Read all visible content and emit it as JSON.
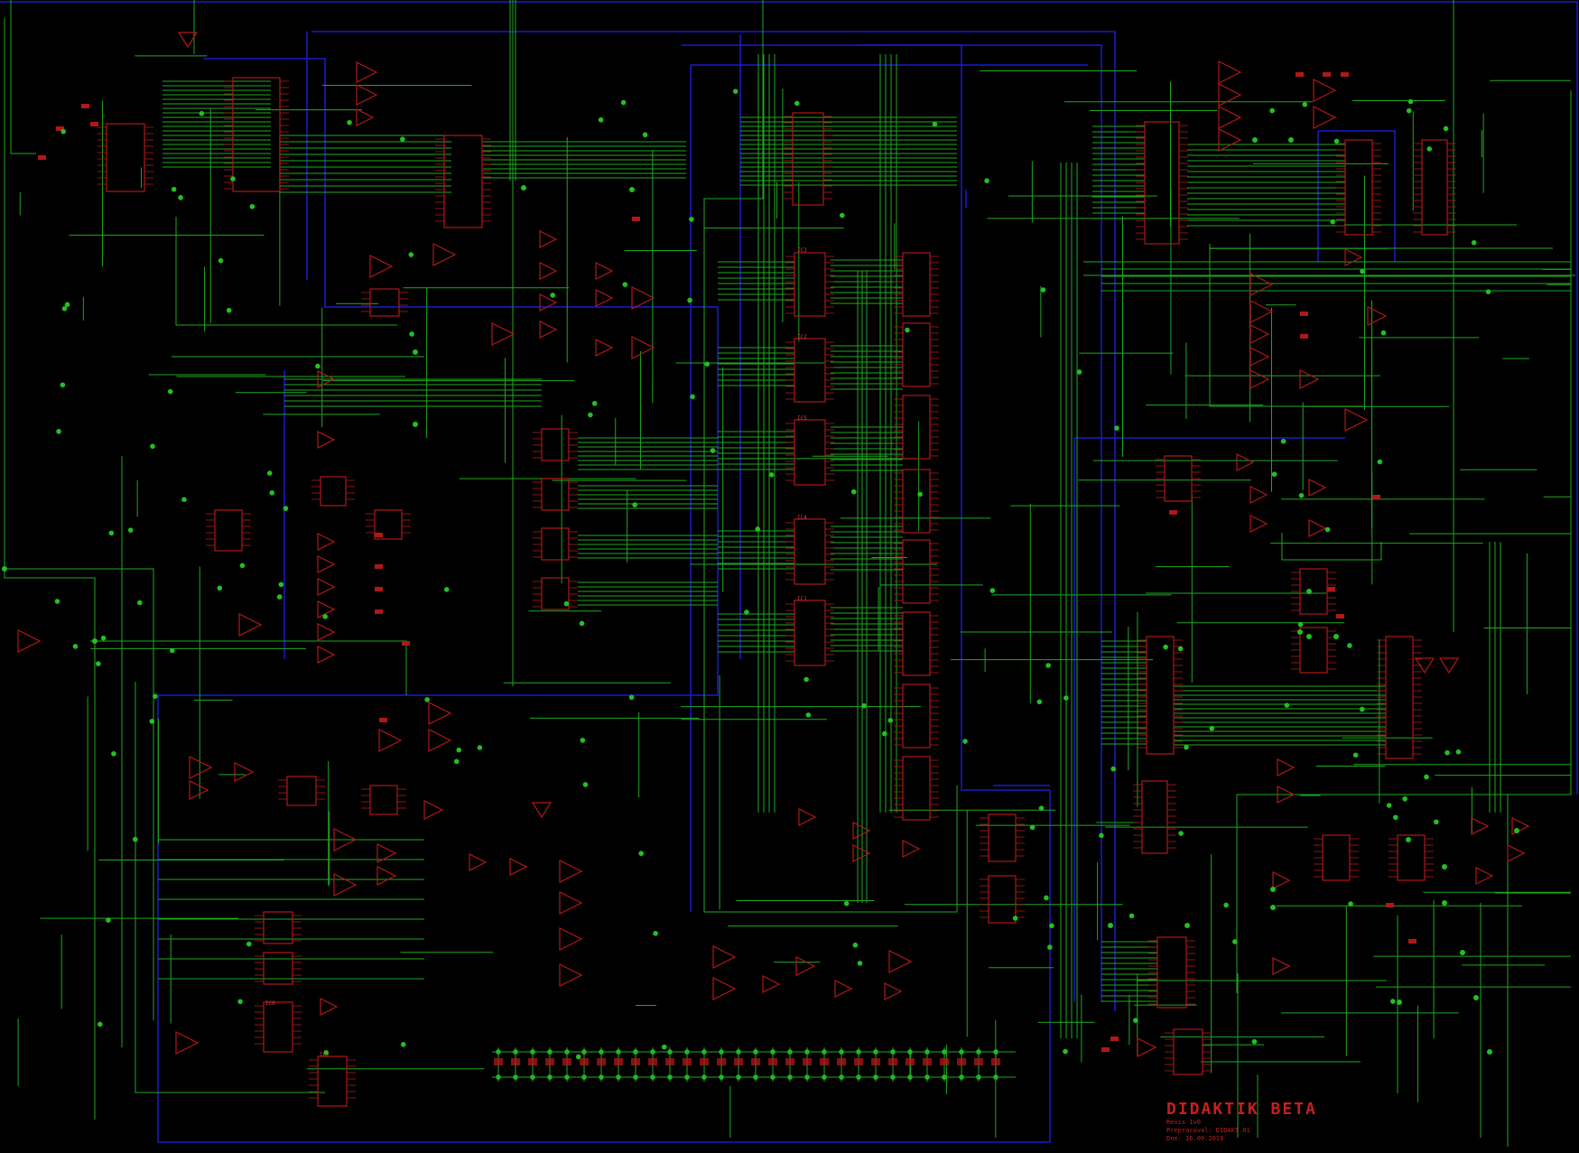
{
  "diagram": {
    "title": "DIDAKTIK BETA",
    "subtitle_lines": [
      "Revis 1v0",
      "Prepracoval: DIDAKT.01",
      "Dne: 16.09.2019"
    ],
    "ic_labels": [
      "IC3",
      "IC2",
      "IC5",
      "IC4",
      "IC1",
      "IC6",
      "IC7"
    ],
    "colors": {
      "background": "#000000",
      "wire": "#1fa81f",
      "junction": "#22c022",
      "component": "#b01818",
      "component_text": "#e04040",
      "bus": "#1a1ad0"
    }
  }
}
